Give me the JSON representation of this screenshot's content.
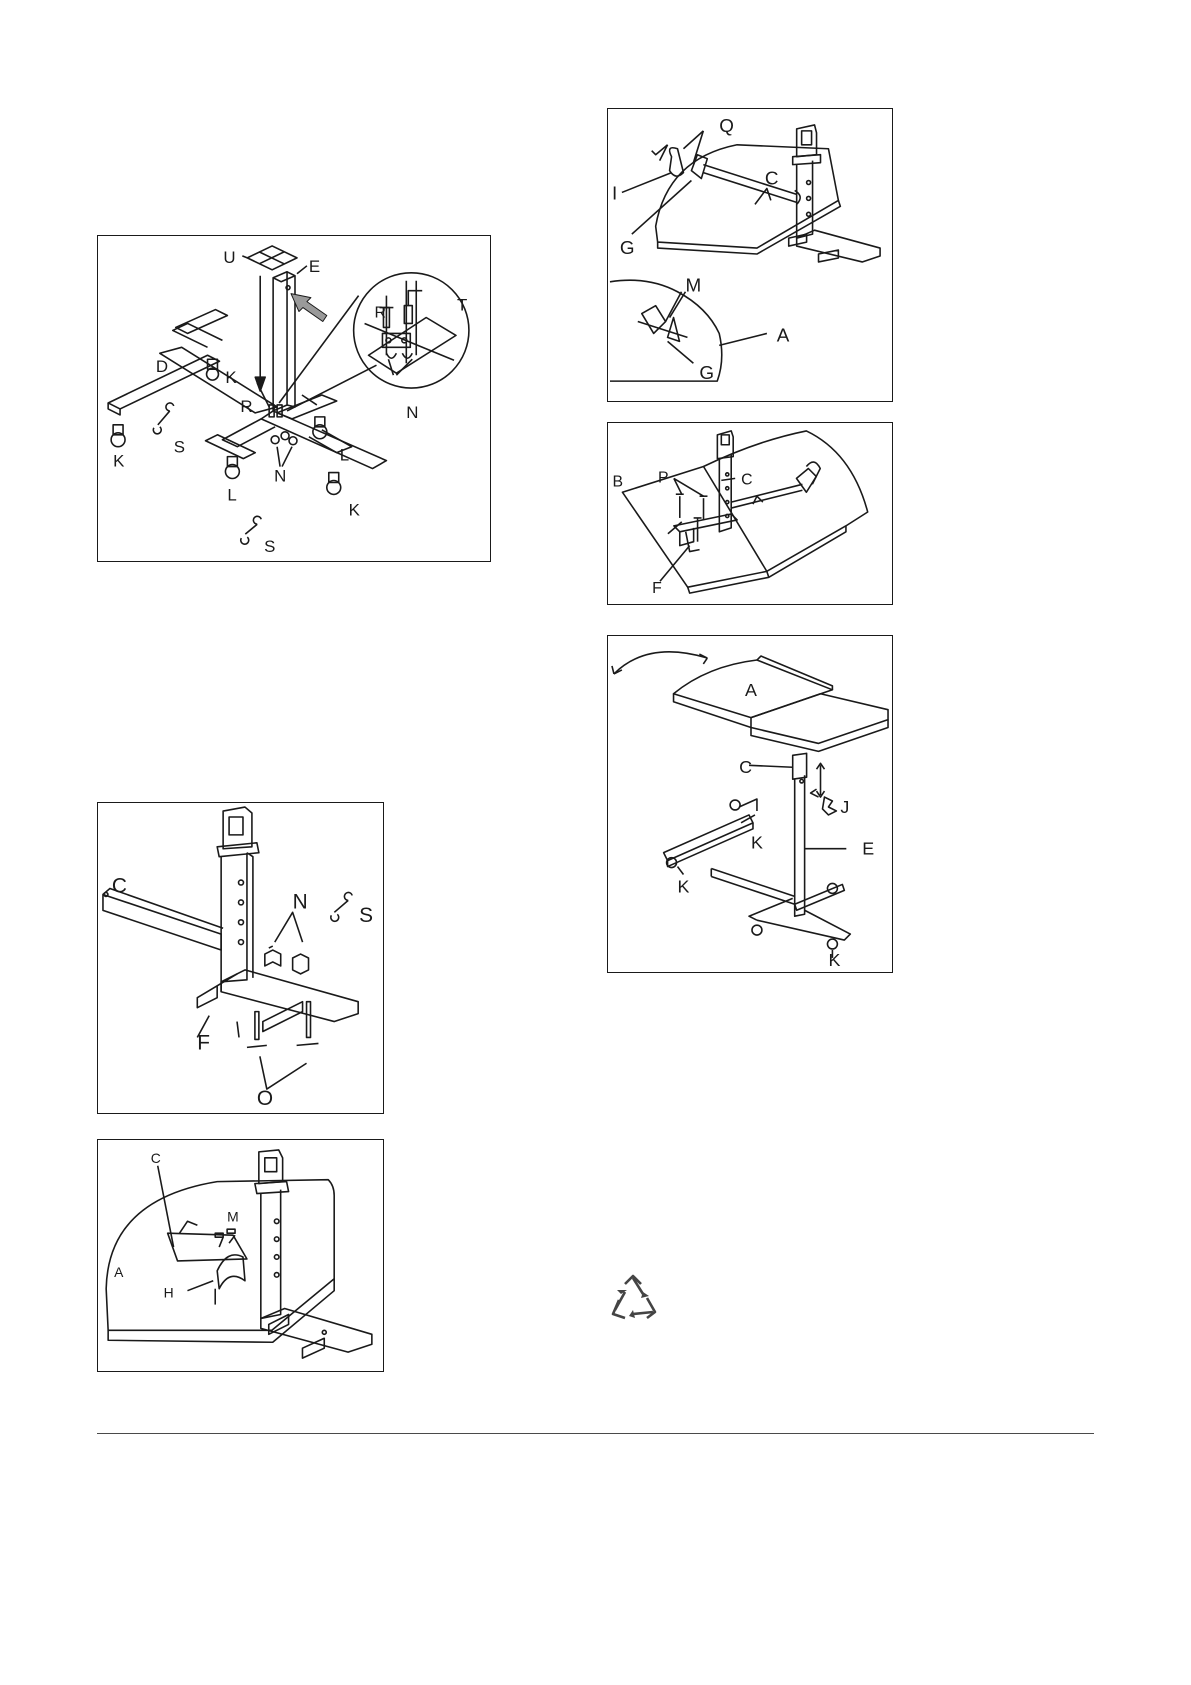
{
  "panel_1": {
    "labels": {
      "U": "U",
      "E": "E",
      "T": "T",
      "R_top": "R",
      "D": "D",
      "K_top": "K",
      "R_mid": "R",
      "N_zoom": "N",
      "K_left": "K",
      "S_left": "S",
      "L_right": "L",
      "N_mid": "N",
      "L_left": "L",
      "K_bottom": "K",
      "S_bottom": "S"
    }
  },
  "panel_2": {
    "labels": {
      "C": "C",
      "N": "N",
      "S": "S",
      "F": "F",
      "O": "O"
    }
  },
  "panel_3": {
    "labels": {
      "C": "C",
      "M": "M",
      "A": "A",
      "H": "H"
    }
  },
  "panel_4": {
    "labels": {
      "Q": "Q",
      "I": "I",
      "C": "C",
      "G_top": "G",
      "M": "M",
      "A": "A",
      "G_bottom": "G"
    }
  },
  "panel_5": {
    "labels": {
      "P": "P",
      "B": "B",
      "C": "C",
      "F": "F"
    }
  },
  "panel_6": {
    "labels": {
      "A": "A",
      "C": "C",
      "J": "J",
      "K_right": "K",
      "E": "E",
      "K_left": "K",
      "K_bottom": "K"
    }
  }
}
